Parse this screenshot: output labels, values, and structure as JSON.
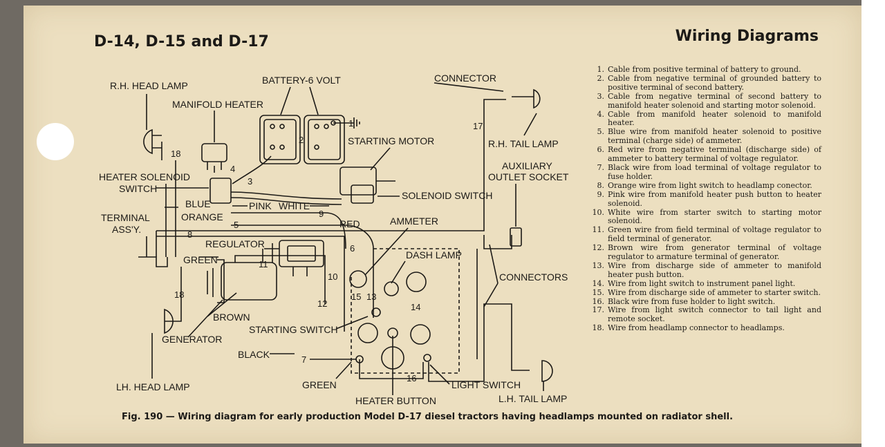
{
  "header": {
    "title_left": "D-14, D-15 and D-17",
    "title_right": "Wiring Diagrams"
  },
  "diagram": {
    "labels": {
      "rh_head_lamp": "R.H. HEAD LAMP",
      "battery": "BATTERY-6 VOLT",
      "connector": "CONNECTOR",
      "manifold_heater": "MANIFOLD HEATER",
      "starting_motor": "STARTING MOTOR",
      "rh_tail_lamp": "R.H. TAIL LAMP",
      "auxiliary": "AUXILIARY",
      "outlet_socket": "OUTLET SOCKET",
      "heater_solenoid": "HEATER SOLENOID",
      "switch": "SWITCH",
      "solenoid_switch": "SOLENOID SWITCH",
      "blue": "BLUE",
      "pink": "PINK",
      "white": "WHITE",
      "terminal": "TERMINAL",
      "assy": "ASS'Y.",
      "orange": "ORANGE",
      "red": "RED",
      "ammeter": "AMMETER",
      "regulator": "REGULATOR",
      "dash_lamp": "DASH LAMP",
      "green": "GREEN",
      "connectors": "CONNECTORS",
      "brown": "BROWN",
      "starting_switch": "STARTING SWITCH",
      "generator": "GENERATOR",
      "black": "BLACK",
      "green2": "GREEN",
      "light_switch": "LIGHT SWITCH",
      "lh_head_lamp": "LH. HEAD LAMP",
      "heater_button": "HEATER BUTTON",
      "lh_tail_lamp": "L.H. TAIL LAMP"
    },
    "wire_numbers": {
      "n1": "1",
      "n2": "2",
      "n3": "3",
      "n4": "4",
      "n5": "5",
      "n6": "6",
      "n7": "7",
      "n8": "8",
      "n9": "9",
      "n10": "10",
      "n11": "11",
      "n12": "12",
      "n13": "13",
      "n14": "14",
      "n15": "15",
      "n16": "16",
      "n17": "17",
      "n18a": "18",
      "n18b": "18"
    }
  },
  "legend": [
    {
      "num": "1.",
      "text": "Cable from positive terminal of battery to ground."
    },
    {
      "num": "2.",
      "text": "Cable from negative terminal of grounded battery to positive terminal of second battery."
    },
    {
      "num": "3.",
      "text": "Cable from negative terminal of second battery to manifold heater solenoid and starting motor solenoid."
    },
    {
      "num": "4.",
      "text": "Cable from manifold heater solenoid to manifold heater."
    },
    {
      "num": "5.",
      "text": "Blue wire from manifold heater solenoid to positive terminal (charge side) of ammeter."
    },
    {
      "num": "6.",
      "text": "Red wire from negative terminal (discharge side) of ammeter to battery terminal of voltage regulator."
    },
    {
      "num": "7.",
      "text": "Black wire from load terminal of voltage regulator to fuse holder."
    },
    {
      "num": "8.",
      "text": "Orange wire from light switch to headlamp conector."
    },
    {
      "num": "9.",
      "text": "Pink wire from manifold heater push button to heater solenoid."
    },
    {
      "num": "10.",
      "text": "White wire from starter switch to starting motor solenoid."
    },
    {
      "num": "11.",
      "text": "Green wire from field terminal of voltage regulator to field terminal of generator."
    },
    {
      "num": "12.",
      "text": "Brown wire from generator terminal of voltage regulator to armature terminal of generator."
    },
    {
      "num": "13.",
      "text": "Wire from discharge side of ammeter to manifold heater push button."
    },
    {
      "num": "14.",
      "text": "Wire from light switch to instrument panel light."
    },
    {
      "num": "15.",
      "text": "Wire from discharge side of ammeter to starter switch."
    },
    {
      "num": "16.",
      "text": "Black wire from fuse holder to light switch."
    },
    {
      "num": "17.",
      "text": "Wire from light switch connector to tail light and remote socket."
    },
    {
      "num": "18.",
      "text": "Wire from headlamp connector to headlamps."
    }
  ],
  "caption": "Fig. 190 — Wiring diagram for early production Model D-17 diesel tractors having headlamps mounted on radiator shell.",
  "colors": {
    "paper": "#ecdfc0",
    "ink": "#1c1a17",
    "backdrop": "#6f6a63"
  }
}
